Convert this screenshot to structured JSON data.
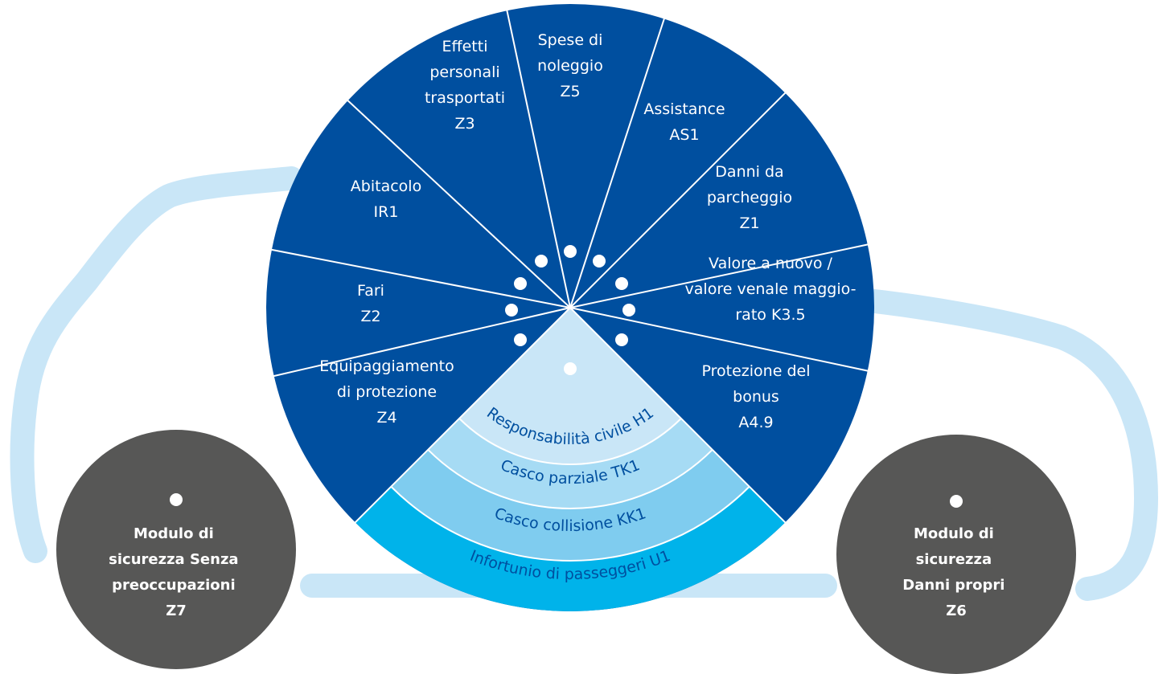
{
  "colors": {
    "car_outline": "#c9e6f7",
    "segment": "#004f9f",
    "segment_line": "#ffffff",
    "ring_1": "#c9e6f7",
    "ring_2": "#a6dbf4",
    "ring_3": "#7fccef",
    "ring_4": "#00b3ea",
    "ring_text_dark": "#004f9f",
    "wheel": "#575756",
    "text_light": "#ffffff"
  },
  "segments": [
    {
      "lines": [
        "Spese di",
        "noleggio",
        "Z5"
      ]
    },
    {
      "lines": [
        "Assistance",
        "AS1"
      ]
    },
    {
      "lines": [
        "Danni da",
        "parcheggio",
        "Z1"
      ]
    },
    {
      "lines": [
        "Valore a nuovo /",
        "valore venale maggio-",
        "rato K3.5"
      ]
    },
    {
      "lines": [
        "Protezione del",
        "bonus",
        "A4.9"
      ]
    },
    {
      "lines": [
        "Equipaggiamento",
        "di protezione",
        "Z4"
      ]
    },
    {
      "lines": [
        "Fari",
        "Z2"
      ]
    },
    {
      "lines": [
        "Abitacolo",
        "IR1"
      ]
    },
    {
      "lines": [
        "Effetti",
        "personali",
        "trasportati",
        "Z3"
      ]
    }
  ],
  "rings": [
    {
      "label": "Responsabilità civile H1"
    },
    {
      "label": "Casco parziale TK1"
    },
    {
      "label": "Casco collisione KK1"
    },
    {
      "label": "Infortunio di passeggeri U1"
    }
  ],
  "wheels": [
    {
      "lines": [
        "Modulo di",
        "sicurezza Senza",
        "preoccupazioni",
        "Z7"
      ]
    },
    {
      "lines": [
        "Modulo di",
        "sicurezza",
        "Danni propri",
        "Z6"
      ]
    }
  ]
}
